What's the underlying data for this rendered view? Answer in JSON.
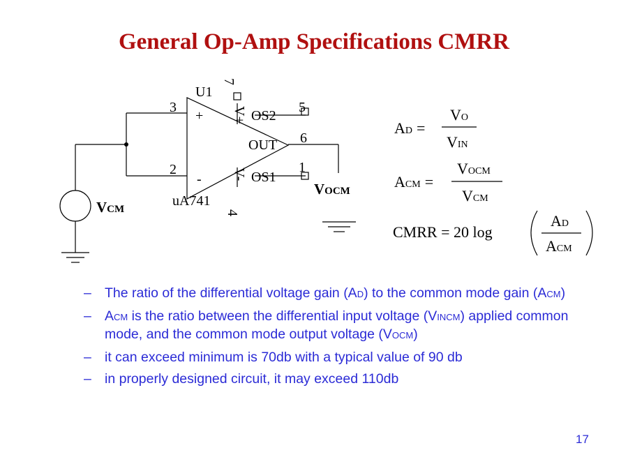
{
  "slide": {
    "title": "General Op-Amp Specifications CMRR",
    "page_number": "17"
  },
  "circuit": {
    "part_ref": "U1",
    "part_name": "uA741",
    "pins": {
      "p3": "3",
      "p2": "2",
      "p7": "7",
      "p4": "4",
      "p5": "5",
      "p6": "6",
      "p1": "1"
    },
    "labels": {
      "os2": "OS2",
      "os1": "OS1",
      "out": "OUT",
      "vplus": "V+",
      "vminus": "V-",
      "plus": "+",
      "minus": "-"
    },
    "source_label": {
      "main": "V",
      "sub": "CM"
    },
    "output_label": {
      "main": "V",
      "sub": "OCM"
    }
  },
  "equations": {
    "ad": {
      "lhs_main": "A",
      "lhs_sub": "D",
      "eq": "=",
      "num_main": "V",
      "num_sub": "O",
      "den_main": "V",
      "den_sub": "IN"
    },
    "acm": {
      "lhs_main": "A",
      "lhs_sub": "CM",
      "eq": "=",
      "num_main": "V",
      "num_sub": "OCM",
      "den_main": "V",
      "den_sub": "CM"
    },
    "cmrr": {
      "lhs": "CMRR = 20 log",
      "num_main": "A",
      "num_sub": "D",
      "den_main": "A",
      "den_sub": "CM"
    }
  },
  "bullets": [
    {
      "dash": "–",
      "parts": [
        "The ratio of the differential voltage gain (A",
        "D",
        ") to the common mode gain (A",
        "CM",
        ")"
      ]
    },
    {
      "dash": "–",
      "parts": [
        "A",
        "CM",
        " is the ratio between the differential input voltage (V",
        "INCM",
        ") applied common mode, and the common mode output voltage (V",
        "OCM",
        ")"
      ]
    },
    {
      "dash": "–",
      "parts": [
        "it can exceed minimum is 70db with a typical value of 90 db"
      ]
    },
    {
      "dash": "–",
      "parts": [
        "in properly designed circuit, it may exceed 110db"
      ]
    }
  ]
}
